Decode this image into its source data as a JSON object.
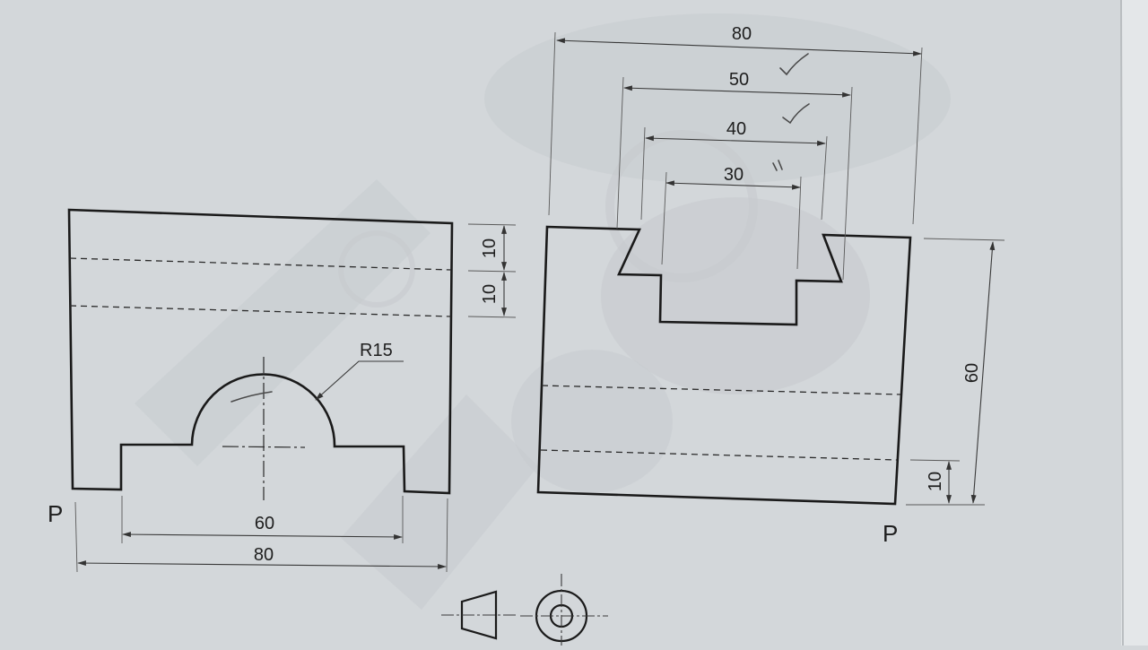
{
  "front_view": {
    "dims": {
      "width_overall": "80",
      "width_slot": "60",
      "radius": "R15",
      "step_upper": "10",
      "step_lower": "10"
    },
    "view_label": "P"
  },
  "side_view": {
    "dims": {
      "width_overall": "80",
      "dovetail_top": "50",
      "dovetail_bottom": "40",
      "slot_width": "30",
      "height": "60",
      "base": "10"
    },
    "view_label": "P"
  },
  "projection_symbol": {
    "type": "first-angle"
  }
}
